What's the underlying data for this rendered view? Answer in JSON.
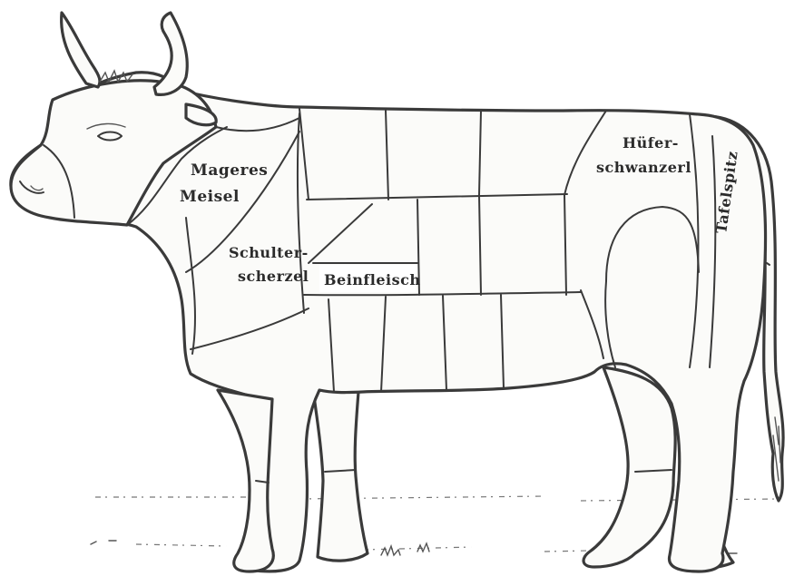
{
  "diagram": {
    "labels": {
      "mageres_meisel_line1": "Mageres",
      "mageres_meisel_line2": "Meisel",
      "schulterscherzel_line1": "Schulter-",
      "schulterscherzel_line2": "scherzel",
      "beinfleisch": "Beinfleisch",
      "hueferschwanzerl_line1": "Hüfer-",
      "hueferschwanzerl_line2": "schwanzerl",
      "tafelspitz": "Tafelspitz"
    },
    "colors": {
      "ink": "#3a3a3a",
      "paper": "#ffffff"
    }
  }
}
